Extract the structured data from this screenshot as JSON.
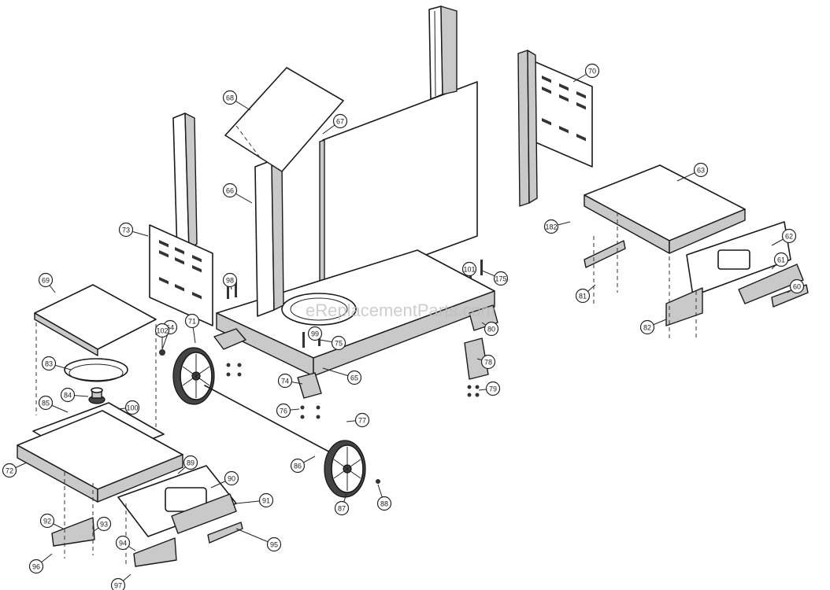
{
  "watermark": "eReplacementParts.com",
  "callouts": [
    "68",
    "67",
    "70",
    "66",
    "73",
    "175",
    "69",
    "65",
    "64",
    "63",
    "62",
    "61",
    "60",
    "182",
    "81",
    "82",
    "83",
    "84",
    "85",
    "72",
    "71",
    "74",
    "75",
    "76",
    "77",
    "78",
    "79",
    "80",
    "86",
    "87",
    "88",
    "89",
    "90",
    "91",
    "92",
    "93",
    "94",
    "95",
    "96",
    "97",
    "98",
    "99",
    "100",
    "101",
    "102"
  ]
}
